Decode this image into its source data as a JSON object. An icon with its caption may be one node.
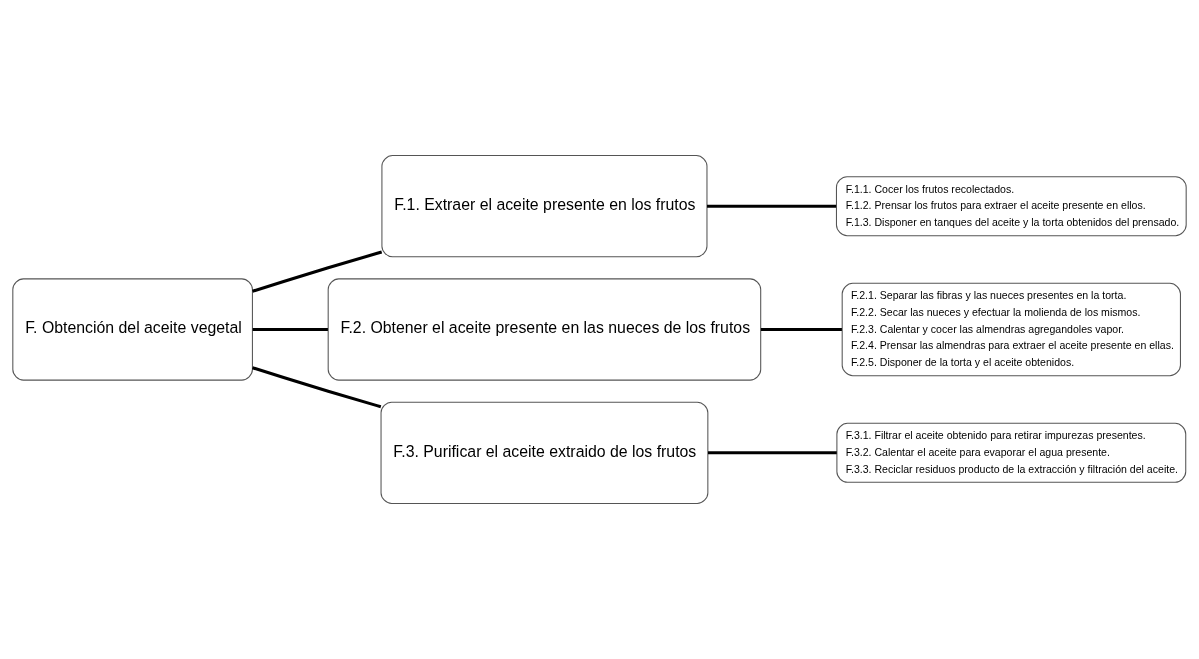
{
  "diagram": {
    "nodes": [
      {
        "text": [
          "F. Obtención del aceite vegetal"
        ]
      },
      {
        "text": [
          "F.1. Extraer el aceite presente en los frutos"
        ]
      },
      {
        "text": [
          "F.1.1. Cocer los frutos recolectados.",
          "F.1.2. Prensar los frutos para extraer el aceite presente en ellos.",
          "F.1.3. Disponer en tanques del aceite y la torta obtenidos del prensado."
        ]
      },
      {
        "text": [
          "F.2. Obtener el aceite presente en las nueces de los frutos"
        ]
      },
      {
        "text": [
          "F.2.1. Separar las fibras y las nueces presentes en la torta.",
          "F.2.2. Secar las nueces y efectuar la molienda de los mismos.",
          "F.2.3. Calentar y cocer las almendras agregandoles vapor.",
          "F.2.4. Prensar las almendras para extraer el aceite presente en ellas.",
          "F.2.5. Disponer de la torta y el aceite obtenidos."
        ]
      },
      {
        "text": [
          "F.3. Purificar el aceite extraido de los frutos"
        ]
      },
      {
        "text": [
          "F.3.1. Filtrar el aceite obtenido para retirar impurezas presentes.",
          "F.3.2. Calentar el aceite para evaporar el agua presente.",
          "F.3.3. Reciclar residuos producto de la extracción y filtración del aceite."
        ]
      }
    ],
    "edges": [
      {
        "from": 0,
        "to": 1,
        "arrow": "none"
      },
      {
        "from": 0,
        "to": 3,
        "arrow": "none"
      },
      {
        "from": 0,
        "to": 5,
        "arrow": "none"
      },
      {
        "from": 1,
        "to": 2,
        "arrow": "none"
      },
      {
        "from": 3,
        "to": 4,
        "arrow": "none"
      },
      {
        "from": 5,
        "to": 6,
        "arrow": "none"
      }
    ]
  }
}
